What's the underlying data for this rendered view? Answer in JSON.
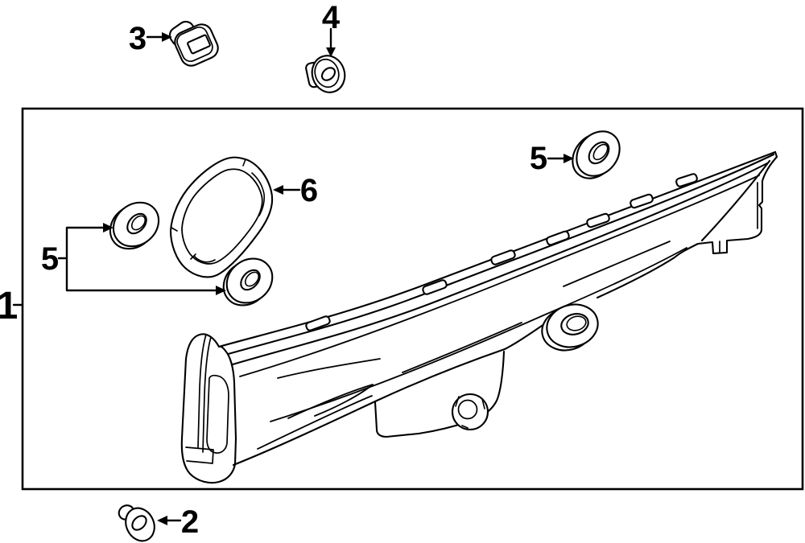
{
  "diagram": {
    "background_color": "#ffffff",
    "line_color": "#000000",
    "callouts": {
      "assembly_box": {
        "label": "1"
      },
      "screw_grommet": {
        "label": "2"
      },
      "retainer_clip": {
        "label": "3"
      },
      "mount_grommet": {
        "label": "4"
      },
      "washer_grommets_left": {
        "label": "5"
      },
      "washer_grommet_right": {
        "label": "5"
      },
      "gasket_seal": {
        "label": "6"
      }
    }
  }
}
